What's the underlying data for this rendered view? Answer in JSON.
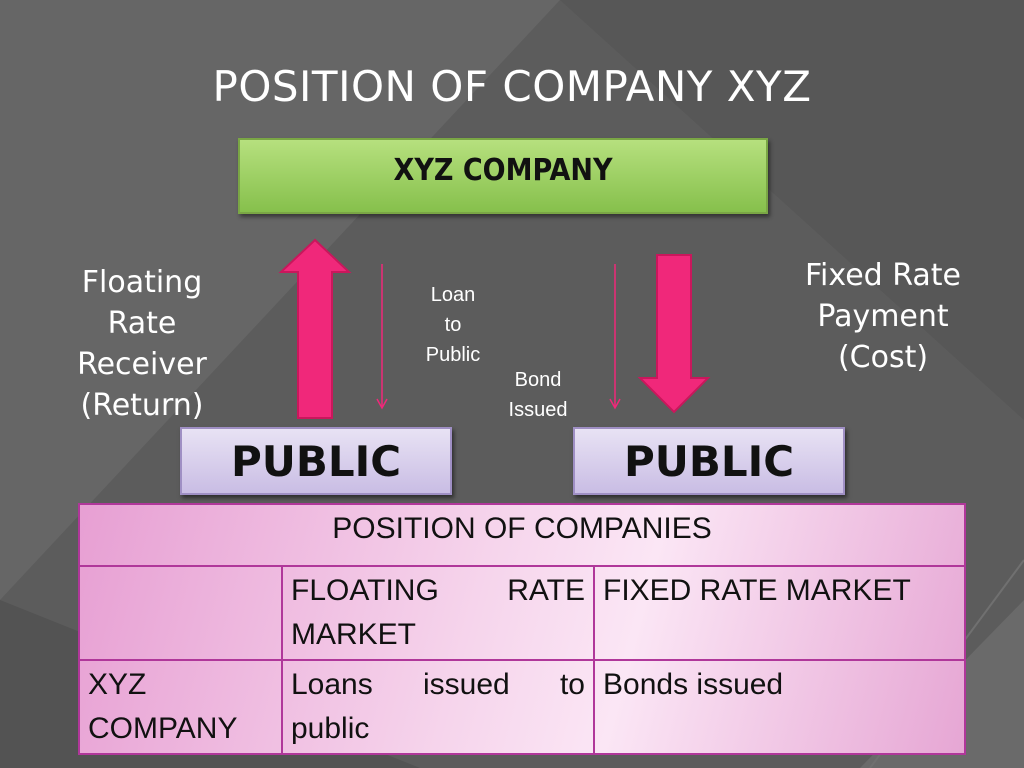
{
  "slide": {
    "title": "POSITION OF COMPANY  XYZ",
    "company_box": "XYZ COMPANY",
    "left_label": [
      "Floating",
      "Rate",
      "Receiver",
      "(Return)"
    ],
    "right_label": [
      "Fixed Rate",
      "Payment",
      "(Cost)"
    ],
    "loan_label": [
      "Loan",
      "to",
      "Public"
    ],
    "bond_label": [
      "Bond",
      "Issued"
    ],
    "public_left": "PUBLIC",
    "public_right": "PUBLIC",
    "colors": {
      "background": "#5e5e5e",
      "company_box": "#9ccf63",
      "public_box": "#d8cfec",
      "arrow": "#f0287a",
      "table_border": "#b0379a"
    }
  },
  "table": {
    "header": "POSITION OF COMPANIES",
    "columns": [
      "",
      "FLOATING RATE MARKET",
      "FIXED RATE MARKET"
    ],
    "rows": [
      {
        "label": "XYZ COMPANY",
        "floating": "Loans issued to public",
        "fixed": "Bonds issued"
      }
    ]
  }
}
